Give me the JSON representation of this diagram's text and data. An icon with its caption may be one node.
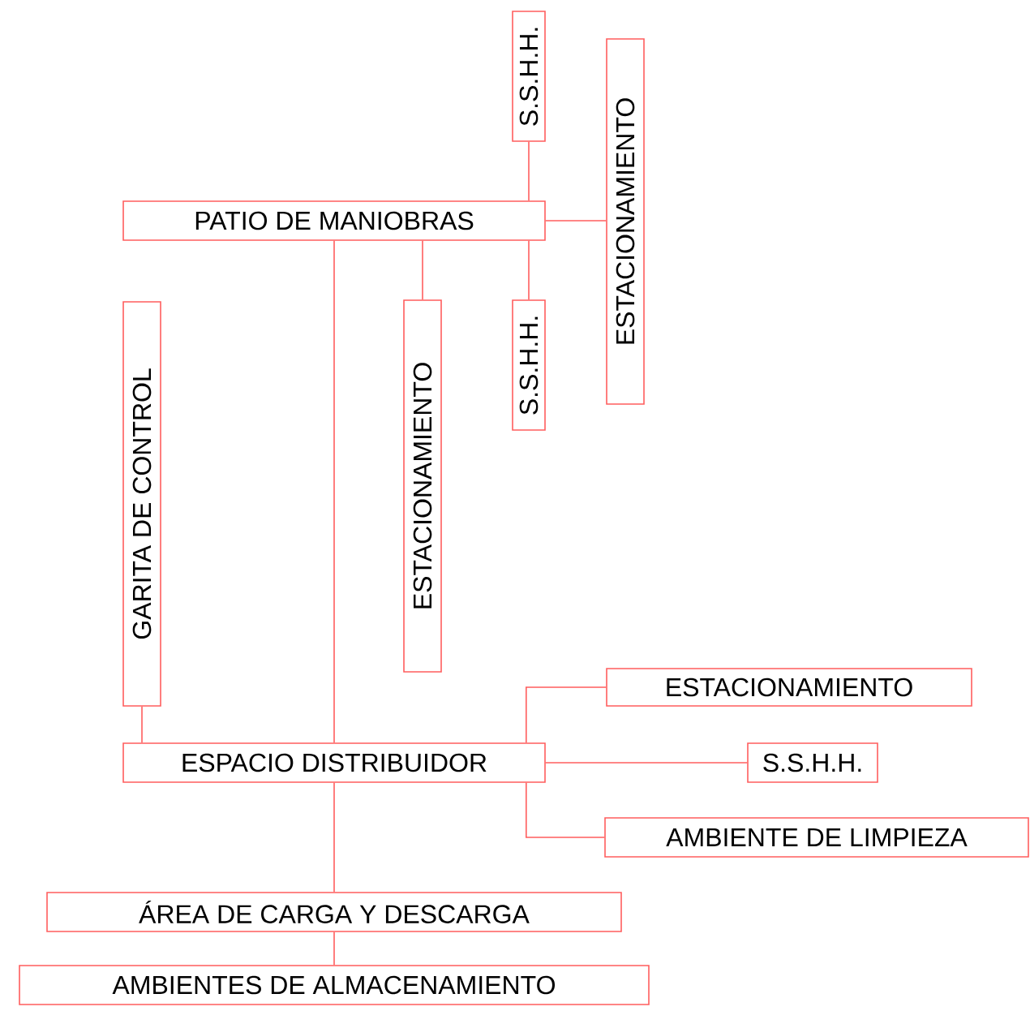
{
  "diagram": {
    "nodes": [
      {
        "text": [
          "S.S.H.H."
        ]
      },
      {
        "text": [
          "ESTACIONAMIENTO"
        ]
      },
      {
        "text": [
          "PATIO DE MANIOBRAS"
        ]
      },
      {
        "text": [
          "ESTACIONAMIENTO"
        ]
      },
      {
        "text": [
          "S.S.H.H."
        ]
      },
      {
        "text": [
          "GARITA DE CONTROL"
        ]
      },
      {
        "text": [
          "ESPACIO DISTRIBUIDOR"
        ]
      },
      {
        "text": [
          "ESTACIONAMIENTO"
        ]
      },
      {
        "text": [
          "S.S.H.H."
        ]
      },
      {
        "text": [
          "AMBIENTE DE LIMPIEZA"
        ]
      },
      {
        "text": [
          "ÁREA DE CARGA Y DESCARGA"
        ]
      },
      {
        "text": [
          "AMBIENTES DE ALMACENAMIENTO"
        ]
      }
    ],
    "edges": [
      {
        "from": 2,
        "to": 0,
        "arrow": "none"
      },
      {
        "from": 2,
        "to": 1,
        "arrow": "none"
      },
      {
        "from": 2,
        "to": 3,
        "arrow": "none"
      },
      {
        "from": 2,
        "to": 4,
        "arrow": "none"
      },
      {
        "from": 2,
        "to": 6,
        "arrow": "none"
      },
      {
        "from": 6,
        "to": 5,
        "arrow": "none"
      },
      {
        "from": 6,
        "to": 7,
        "arrow": "none"
      },
      {
        "from": 6,
        "to": 8,
        "arrow": "none"
      },
      {
        "from": 6,
        "to": 9,
        "arrow": "none"
      },
      {
        "from": 6,
        "to": 10,
        "arrow": "none"
      },
      {
        "from": 10,
        "to": 11,
        "arrow": "none"
      }
    ]
  }
}
